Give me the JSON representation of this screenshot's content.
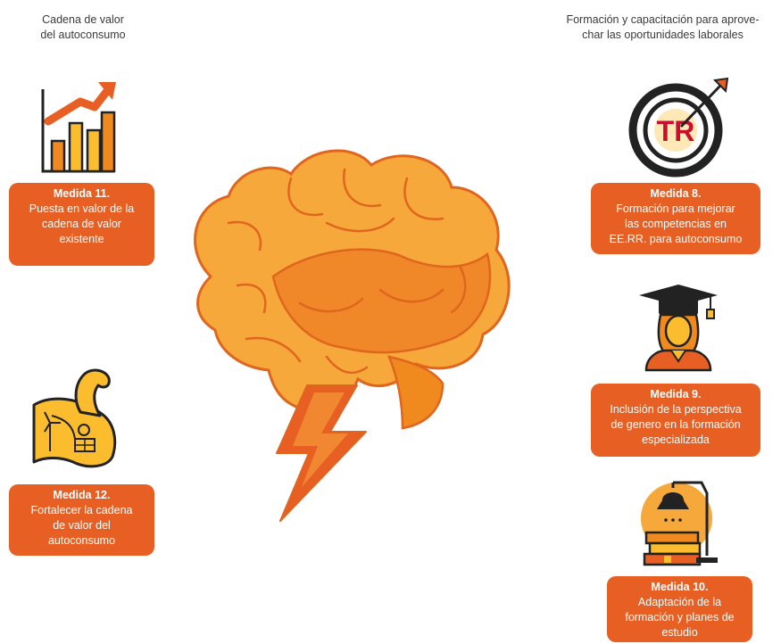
{
  "headings": {
    "left": [
      "Cadena de valor",
      "del autoconsumo"
    ],
    "right": [
      "Formación y capacitación para aprove-",
      "char las oportunidades laborales"
    ]
  },
  "cards": {
    "m11": {
      "title": "Medida 11.",
      "lines": [
        "Puesta en valor de la",
        "cadena de valor",
        "existente"
      ]
    },
    "m12": {
      "title": "Medida 12.",
      "lines": [
        "Fortalecer la cadena",
        "de valor del",
        "autoconsumo"
      ]
    },
    "m8": {
      "title": "Medida 8.",
      "lines": [
        "Formación para mejorar",
        "las competencias en",
        "EE.RR. para autoconsumo"
      ]
    },
    "m9": {
      "title": "Medida 9.",
      "lines": [
        "Inclusión de la perspectiva",
        "de genero en la formación",
        "especializada"
      ]
    },
    "m10": {
      "title": "Medida 10.",
      "lines": [
        "Adaptación de la",
        "formación y planes de",
        "estudio"
      ]
    }
  },
  "icons": {
    "chart": "growth-chart-icon",
    "arm": "flexed-arm-renewables-icon",
    "target": "target-logo-icon",
    "graduate": "graduate-icon",
    "study": "study-lamp-books-icon",
    "brain": "brain-icon",
    "bolt": "lightning-bolt-icon"
  },
  "logo_text": "TR",
  "colors": {
    "accent": "#e85f24",
    "brain_light": "#f7a83a",
    "brain_dark": "#f0882a",
    "outline": "#e0651e",
    "icon_yellow": "#fbbd2e",
    "icon_orange": "#f08a1e",
    "icon_dark": "#222222"
  }
}
